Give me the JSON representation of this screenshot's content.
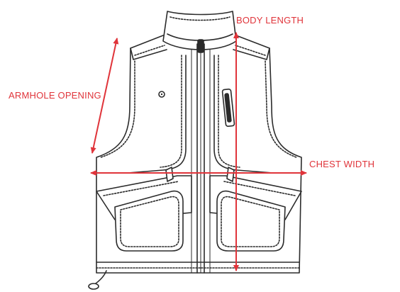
{
  "labels": {
    "body_length": "BODY LENGTH",
    "armhole_opening": "ARMHOLE OPENING",
    "chest_width": "CHEST WIDTH"
  },
  "colors": {
    "measure": "#e0343a",
    "outline": "#2b2b2b",
    "fill": "#ffffff"
  },
  "icons": {
    "zipper": "zipper-pull-icon",
    "button": "button-icon",
    "cord": "drawcord-icon"
  }
}
